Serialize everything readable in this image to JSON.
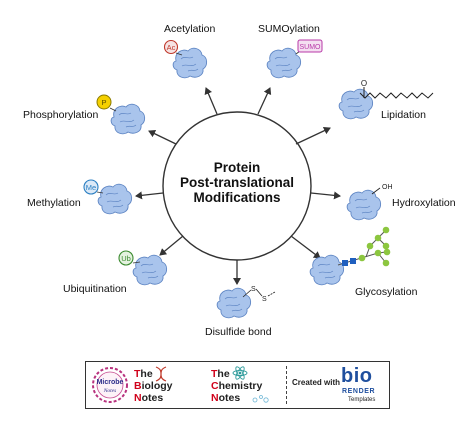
{
  "center": {
    "line1": "Protein",
    "line2": "Post-translational",
    "line3": "Modifications"
  },
  "modifications": [
    {
      "label": "Acetylation",
      "tag": "Ac"
    },
    {
      "label": "SUMOylation",
      "tag": "SUMO"
    },
    {
      "label": "Lipidation",
      "tag": "O"
    },
    {
      "label": "Hydroxylation",
      "tag": "OH"
    },
    {
      "label": "Glycosylation",
      "tag": ""
    },
    {
      "label": "Disulfide bond",
      "tag": "S"
    },
    {
      "label": "Ubiquitination",
      "tag": "Ub"
    },
    {
      "label": "Methylation",
      "tag": "Me"
    },
    {
      "label": "Phosphorylation",
      "tag": "P"
    }
  ],
  "footer": {
    "microbe_line1": "Microbe",
    "microbe_line2": "Notes",
    "bio_t": "T",
    "bio_t_rest": "he",
    "bio_b": "B",
    "bio_b_rest": "iology",
    "bio_n": "N",
    "bio_n_rest": "otes",
    "chem_t": "T",
    "chem_t_rest": "he",
    "chem_c": "C",
    "chem_c_rest": "hemistry",
    "chem_n": "N",
    "chem_n_rest": "otes",
    "created_with": "Created with",
    "brand": "bio",
    "brand_sub": "RENDER",
    "templates": "Templates"
  },
  "colors": {
    "protein_fill": "#a9c4ec",
    "protein_stroke": "#5f86c4",
    "arrow": "#333333",
    "acetyl_tag": "#c0392b",
    "sumo_tag": "#b83aa8",
    "phos_tag": "#f5d000",
    "methyl_tag": "#2b7fc2",
    "ubiq_tag": "#3a8a2e",
    "glyco_green": "#8cc63f",
    "glyco_blue": "#1f5fbf",
    "brand_blue": "#1f4f9e",
    "accent_red": "#d0021b"
  }
}
